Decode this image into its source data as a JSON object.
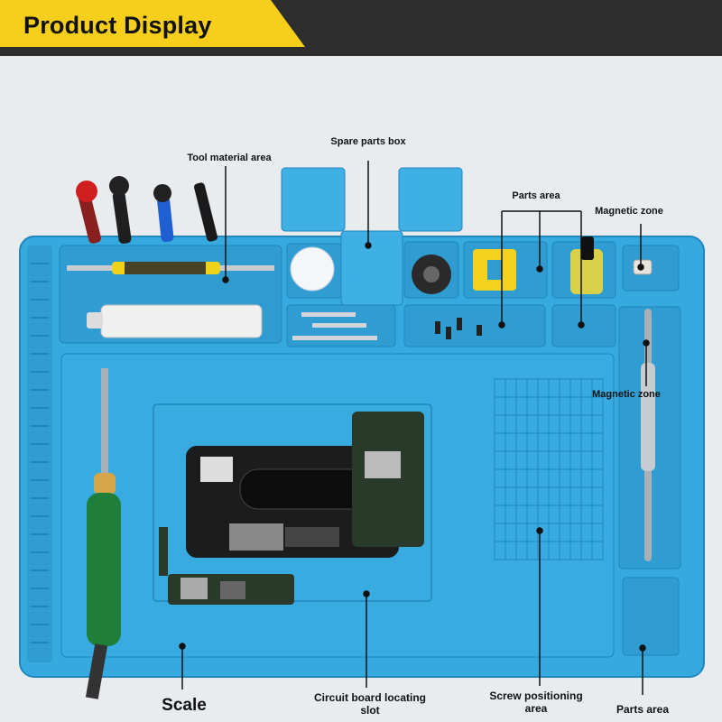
{
  "header": {
    "title": "Product Display"
  },
  "labels": {
    "tool_material_area": "Tool material area",
    "spare_parts_box": "Spare parts box",
    "parts_area_top": "Parts area",
    "magnetic_zone_top": "Magnetic zone",
    "magnetic_zone_side": "Magnetic zone",
    "scale": "Scale",
    "circuit_board_slot_line1": "Circuit board locating",
    "circuit_board_slot_line2": "slot",
    "screw_area_line1": "Screw positioning",
    "screw_area_line2": "area",
    "parts_area_bottom": "Parts area"
  },
  "colors": {
    "header_bg": "#2d2d2d",
    "header_banner": "#f6cf1c",
    "mat_blue": "#36a9df",
    "mat_blue_dark": "#1f86be",
    "page_bg": "#e9ecef"
  }
}
